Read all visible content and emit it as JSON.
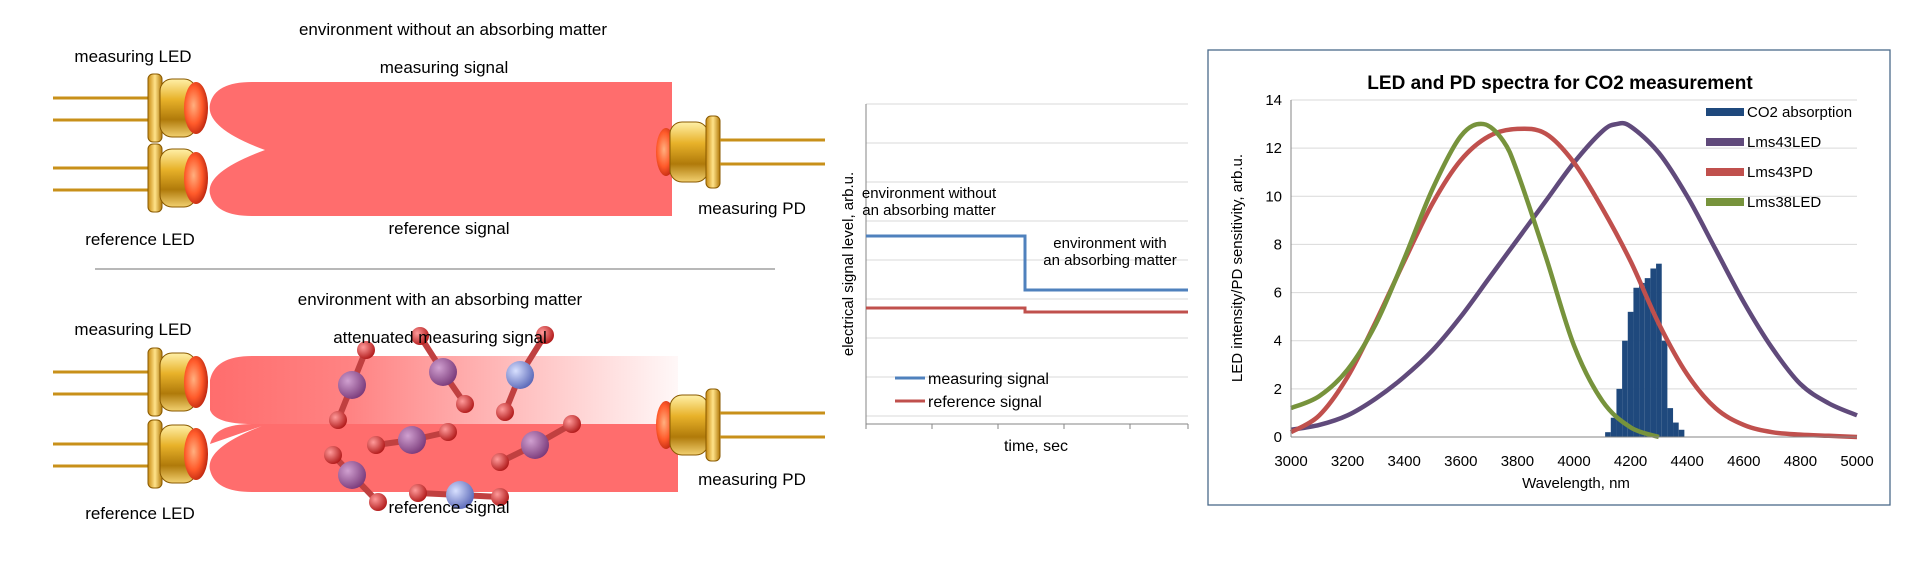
{
  "diagram": {
    "top": {
      "title": "environment without an absorbing matter",
      "measuring_led": "measuring LED",
      "reference_led": "reference LED",
      "measuring_signal": "measuring signal",
      "reference_signal": "reference signal",
      "measuring_pd": "measuring PD"
    },
    "bottom": {
      "title": "environment with an absorbing matter",
      "measuring_led": "measuring LED",
      "reference_led": "reference LED",
      "attenuated_signal": "attenuated measuring signal",
      "reference_signal": "reference signal",
      "measuring_pd": "measuring PD"
    }
  },
  "signal_chart": {
    "ylabel": "electrical signal level, arb.u.",
    "xlabel": "time, sec",
    "annotation_before_1": "environment without",
    "annotation_before_2": "an absorbing matter",
    "annotation_after_1": "environment with",
    "annotation_after_2": "an absorbing matter",
    "legend_measuring": "measuring signal",
    "legend_reference": "reference signal"
  },
  "chart_data": {
    "type": "line",
    "title": "LED and PD spectra for CO2 measurement",
    "xlabel": "Wavelength, nm",
    "ylabel": "LED intensity/PD sensitivity, arb.u.",
    "xlim": [
      3000,
      5000
    ],
    "ylim": [
      0,
      14
    ],
    "xticks": [
      "3000",
      "3200",
      "3400",
      "3600",
      "3800",
      "4000",
      "4200",
      "4400",
      "4600",
      "4800",
      "5000"
    ],
    "yticks": [
      "0",
      "2",
      "4",
      "6",
      "8",
      "10",
      "12",
      "14"
    ],
    "legend_position": "top-right",
    "bars": {
      "name": "CO2 absorption",
      "color": "#1f497d",
      "x": [
        4120,
        4140,
        4160,
        4180,
        4200,
        4220,
        4240,
        4260,
        4280,
        4300,
        4320,
        4340,
        4360,
        4380
      ],
      "values": [
        0.2,
        0.8,
        2.0,
        4.0,
        5.2,
        6.2,
        6.4,
        6.6,
        7.0,
        7.2,
        4.0,
        1.2,
        0.6,
        0.3
      ]
    },
    "series": [
      {
        "name": "Lms43LED",
        "color": "#604a7b",
        "x": [
          3000,
          3100,
          3200,
          3300,
          3400,
          3500,
          3600,
          3700,
          3800,
          3900,
          4000,
          4100,
          4150,
          4200,
          4300,
          4400,
          4500,
          4600,
          4700,
          4800,
          4900,
          5000
        ],
        "y": [
          0.3,
          0.5,
          0.9,
          1.6,
          2.5,
          3.6,
          5.0,
          6.6,
          8.2,
          9.8,
          11.4,
          12.7,
          13.0,
          12.9,
          11.8,
          10.0,
          7.8,
          5.6,
          3.7,
          2.2,
          1.4,
          0.9
        ]
      },
      {
        "name": "Lms43PD",
        "color": "#c0504d",
        "x": [
          3000,
          3100,
          3200,
          3300,
          3400,
          3500,
          3600,
          3700,
          3800,
          3900,
          4000,
          4100,
          4200,
          4300,
          4400,
          4500,
          4600,
          4700,
          4800,
          4900,
          5000
        ],
        "y": [
          0.2,
          0.9,
          2.5,
          4.8,
          7.3,
          9.7,
          11.5,
          12.5,
          12.8,
          12.6,
          11.4,
          9.5,
          7.3,
          4.7,
          2.6,
          1.2,
          0.5,
          0.2,
          0.1,
          0.05,
          0.0
        ]
      },
      {
        "name": "Lms38LED",
        "color": "#77933c",
        "x": [
          3000,
          3100,
          3200,
          3300,
          3400,
          3500,
          3600,
          3680,
          3750,
          3800,
          3900,
          4000,
          4100,
          4200,
          4300
        ],
        "y": [
          1.2,
          1.7,
          2.8,
          4.7,
          7.4,
          10.3,
          12.5,
          13.0,
          12.3,
          11.0,
          7.5,
          3.8,
          1.5,
          0.4,
          0.0
        ]
      }
    ]
  },
  "colors": {
    "beam": "#ff6d6d",
    "gold": "#d69a12",
    "measuring_line": "#4f81bd",
    "reference_line": "#c0504d"
  }
}
